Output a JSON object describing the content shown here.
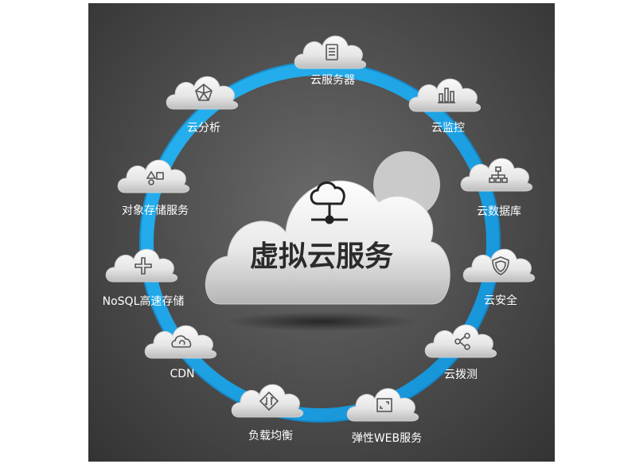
{
  "diagram": {
    "center_title": "虚拟云服务",
    "nodes": [
      {
        "label": "云服务器",
        "icon": "document-icon"
      },
      {
        "label": "云监控",
        "icon": "bar-chart-icon"
      },
      {
        "label": "云数据库",
        "icon": "hierarchy-icon"
      },
      {
        "label": "云安全",
        "icon": "shield-icon"
      },
      {
        "label": "云拨测",
        "icon": "share-icon"
      },
      {
        "label": "弹性WEB服务",
        "icon": "resize-icon"
      },
      {
        "label": "负载均衡",
        "icon": "balance-arrows-icon"
      },
      {
        "label": "CDN",
        "icon": "cloud-refresh-icon"
      },
      {
        "label": "NoSQL高速存储",
        "icon": "pipe-icon"
      },
      {
        "label": "对象存储服务",
        "icon": "shapes-icon"
      },
      {
        "label": "云分析",
        "icon": "radar-icon"
      }
    ],
    "colors": {
      "ring": "#1ea3e6",
      "background": "#4b4b4b",
      "cloud_light": "#f4f4f4",
      "cloud_shade": "#c9c9c9",
      "label_text": "#ffffff"
    }
  }
}
